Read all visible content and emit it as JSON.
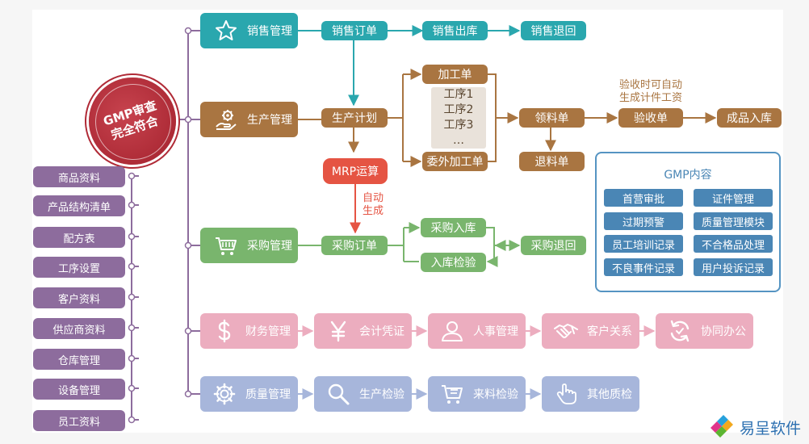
{
  "seal": {
    "line1": "GMP审查",
    "line2": "完全符合"
  },
  "base_data": [
    "商品资料",
    "产品结构清单",
    "配方表",
    "工序设置",
    "客户资料",
    "供应商资料",
    "仓库管理",
    "设备管理",
    "员工资料"
  ],
  "modules": {
    "sales": {
      "label": "销售管理",
      "steps": [
        "销售订单",
        "销售出库",
        "销售退回"
      ]
    },
    "production": {
      "label": "生产管理",
      "plan": "生产计划",
      "processing_order": "加工单",
      "process_steps": [
        "工序1",
        "工序2",
        "工序3",
        "…"
      ],
      "outsourced_order": "委外加工单",
      "requisition": "领料单",
      "material_return": "退料单",
      "inspection": "验收单",
      "finished_inbound": "成品入库"
    },
    "purchase": {
      "label": "采购管理",
      "order": "采购订单",
      "inbound": "采购入库",
      "inspection": "入库检验",
      "return": "采购退回"
    },
    "finance": "财务管理",
    "voucher": "会计凭证",
    "hr": "人事管理",
    "crm": "客户关系",
    "collab": "协同办公",
    "quality": "质量管理",
    "prod_inspection": "生产检验",
    "incoming_inspection": "来料检验",
    "other_quality": "其他质检"
  },
  "mrp": {
    "label": "MRP运算"
  },
  "notes": {
    "wage_line1": "验收时可自动",
    "wage_line2": "生成计件工资",
    "auto_line1": "自动",
    "auto_line2": "生成"
  },
  "gmp": {
    "title": "GMP内容",
    "items": [
      "首营审批",
      "证件管理",
      "过期预警",
      "质量管理模块",
      "员工培训记录",
      "不合格品处理",
      "不良事件记录",
      "用户投诉记录"
    ]
  },
  "brand": {
    "name": "易呈软件"
  },
  "colors": {
    "sales": "#2aa7ae",
    "production": "#a97541",
    "purchase": "#79b56d",
    "mrp": "#e55443",
    "base_data": "#8d6c9d",
    "gmp": "#4a86b5",
    "finance_row": "#ecadbf",
    "quality_row": "#a7b6db",
    "seal": "#b02a36"
  }
}
